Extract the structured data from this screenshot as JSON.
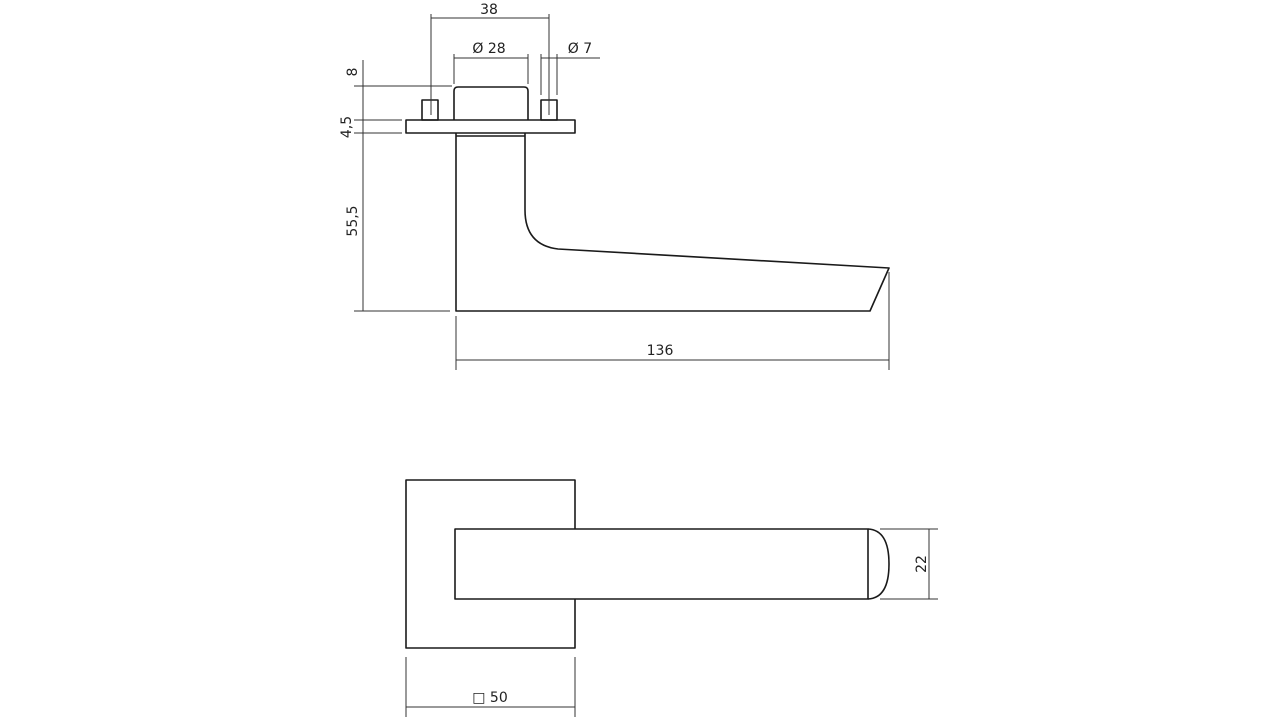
{
  "side_view": {
    "dimensions": {
      "pin_spacing": "38",
      "spindle_diameter": "Ø 28",
      "pin_diameter": "Ø 7",
      "cover_height": "8",
      "rose_thickness": "4,5",
      "lever_height": "55,5",
      "lever_length": "136"
    }
  },
  "top_view": {
    "dimensions": {
      "lever_width": "22",
      "rose_size": "□ 50"
    }
  }
}
